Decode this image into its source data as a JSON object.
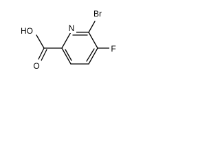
{
  "molecule": {
    "atoms": {
      "n": "N",
      "br": "Br",
      "f": "F",
      "oh": "HO",
      "o": "O"
    }
  }
}
